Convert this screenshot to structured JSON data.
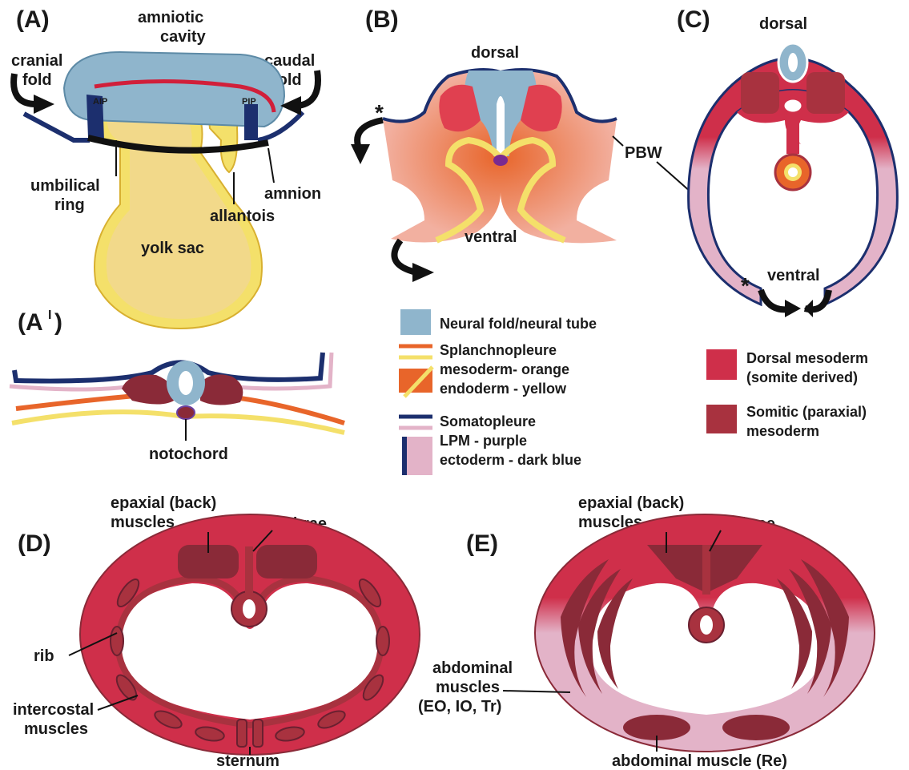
{
  "colors": {
    "neural": "#8fb5cc",
    "somatic": "#a8323f",
    "dorsal_meso": "#cf2f4a",
    "lpm": "#e3b3c8",
    "splanch": "#e8652a",
    "endoderm": "#f4e06a",
    "yolk": "#f2d98a",
    "ectoderm": "#1c2f6e",
    "black": "#111111",
    "red": "#d11f3a"
  },
  "panels": {
    "A": "(A)",
    "A1": "(A",
    "A1_sup": "I",
    "A1_close": ")",
    "B": "(B)",
    "C": "(C)",
    "D": "(D)",
    "E": "(E)"
  },
  "labels": {
    "amniotic_1": "amniotic",
    "amniotic_2": "cavity",
    "cranial_1": "cranial",
    "cranial_2": "fold",
    "caudal_1": "caudal",
    "caudal_2": "fold",
    "aip": "AIP",
    "pip": "PIP",
    "umbilical_1": "umbilical",
    "umbilical_2": "ring",
    "amnion": "amnion",
    "allantois": "allantois",
    "yolk_sac": "yolk sac",
    "notochord": "notochord",
    "b_dorsal": "dorsal",
    "b_ventral": "ventral",
    "b_star": "*",
    "pbw": "PBW",
    "c_dorsal": "dorsal",
    "c_ventral": "ventral",
    "c_star": "*",
    "d_epaxial_1": "epaxial (back)",
    "d_epaxial_2": "muscles",
    "d_vertebrae": "vertebrae",
    "rib": "rib",
    "intercostal_1": "intercostal",
    "intercostal_2": "muscles",
    "sternum": "sternum",
    "e_epaxial_1": "epaxial (back)",
    "e_epaxial_2": "muscles",
    "e_vertebrae": "vertebrae",
    "abdominal_1": "abdominal",
    "abdominal_2": "muscles",
    "abdominal_3": "(EO, IO, Tr)",
    "abdominal_re": "abdominal muscle (Re)"
  },
  "legend": {
    "neural": "Neural fold/neural tube",
    "splanch_1": "Splanchnopleure",
    "splanch_2": "mesoderm- orange",
    "splanch_3": "endoderm - yellow",
    "somato_1": "Somatopleure",
    "somato_2": "LPM - purple",
    "somato_3": "ectoderm - dark blue",
    "dorsal_1": "Dorsal mesoderm",
    "dorsal_2": "(somite derived)",
    "somitic_1": "Somitic (paraxial)",
    "somitic_2": "mesoderm"
  }
}
